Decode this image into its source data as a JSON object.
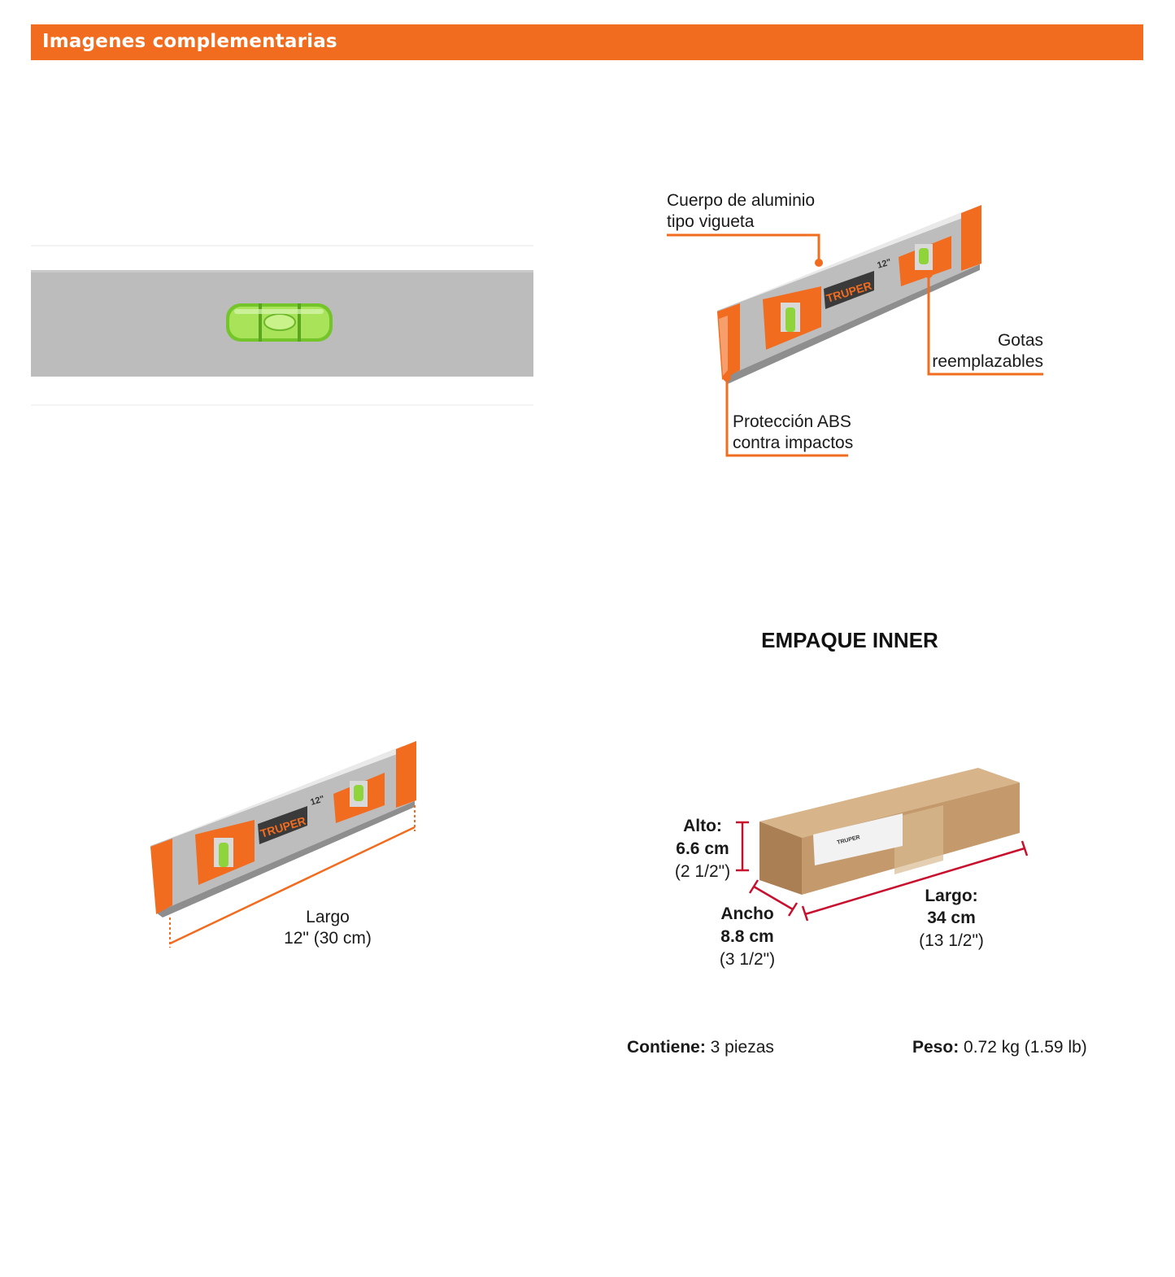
{
  "header": {
    "title": "Imagenes complementarias"
  },
  "panel_features": {
    "brand": "TRUPER",
    "size_mark": "12\"",
    "callout_body": [
      "Cuerpo de aluminio",
      "tipo vigueta"
    ],
    "callout_vials": [
      "Gotas",
      "reemplazables"
    ],
    "callout_abs": [
      "Protección ABS",
      "contra impactos"
    ]
  },
  "panel_length": {
    "brand": "TRUPER",
    "size_mark": "12\"",
    "label": "Largo",
    "value": "12\" (30 cm)"
  },
  "panel_package": {
    "title": "EMPAQUE INNER",
    "box_label": "TRUPER",
    "alto": {
      "label": "Alto:",
      "metric": "6.6 cm",
      "imperial": "(2 1/2\")"
    },
    "ancho": {
      "label": "Ancho",
      "metric": "8.8 cm",
      "imperial": "(3 1/2\")"
    },
    "largo": {
      "label": "Largo:",
      "metric": "34 cm",
      "imperial": "(13 1/2\")"
    },
    "contiene": {
      "label": "Contiene:",
      "value": " 3 piezas"
    },
    "peso": {
      "label": "Peso:",
      "value": " 0.72 kg (1.59 lb)"
    }
  },
  "colors": {
    "accent": "#f26c1f",
    "aluminum": "#bdbdbd",
    "vial": "#8fd43a",
    "dimension": "#c8102e",
    "cardboard": "#c49a6c"
  }
}
